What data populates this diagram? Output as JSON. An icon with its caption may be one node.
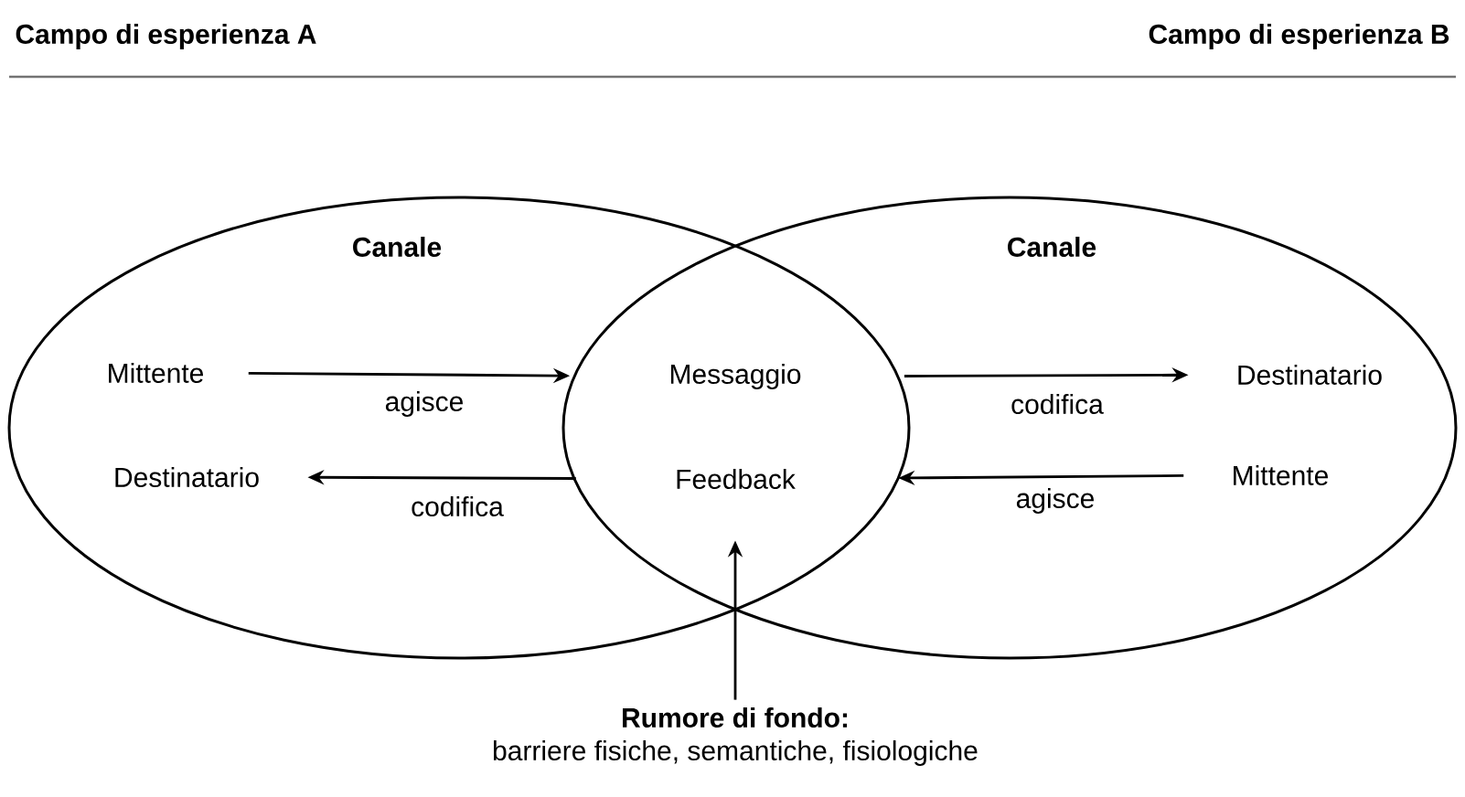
{
  "diagram": {
    "nodes": [
      {
        "text": [
          "Canale"
        ]
      },
      {
        "text": [
          "Mittente"
        ],
        "in": 0
      },
      {
        "text": [
          "Destinatario"
        ],
        "in": 0
      },
      {
        "text": [
          "Canale"
        ]
      },
      {
        "text": [
          "Messaggio"
        ]
      },
      {
        "text": [
          "Feedback"
        ]
      },
      {
        "text": [
          "Destinatario"
        ],
        "in": 3
      },
      {
        "text": [
          "Mittente"
        ],
        "in": 3
      },
      {
        "text": [
          "Rumore di fondo:",
          "barriere fisiche, semantiche, fisiologiche"
        ]
      }
    ],
    "edges": [
      {
        "from": 1,
        "to": 4,
        "arrow": "to",
        "label": "agisce"
      },
      {
        "from": 5,
        "to": 2,
        "arrow": "to",
        "label": "codifica"
      },
      {
        "from": 4,
        "to": 6,
        "arrow": "to",
        "label": "codifica"
      },
      {
        "from": 7,
        "to": 5,
        "arrow": "to",
        "label": "agisce"
      },
      {
        "from": 8,
        "to": 5,
        "arrow": "to"
      }
    ],
    "labels": [
      "Campo di esperienza A",
      "Campo di esperienza B"
    ]
  }
}
